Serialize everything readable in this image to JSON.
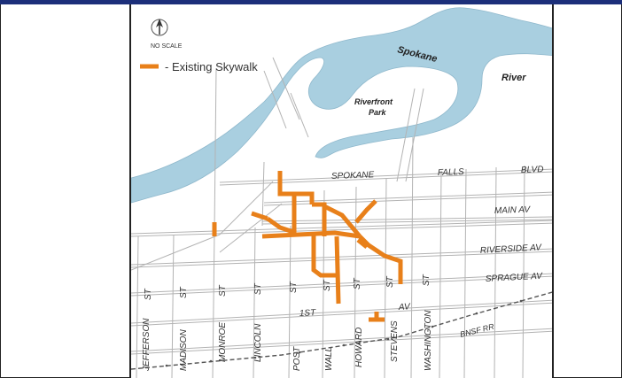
{
  "legend": {
    "north_label": "NO SCALE",
    "skywalk_label": "- Existing Skywalk",
    "skywalk_color": "#e8801a"
  },
  "colors": {
    "water": "#a9cfe0",
    "street_line": "#b3b3b3",
    "railroad": "#555555",
    "frame": "#222222",
    "top_bar": "#1c2f7a"
  },
  "water_labels": {
    "spokane": "Spokane",
    "river": "River"
  },
  "park_label": {
    "line1": "Riverfront",
    "line2": "Park"
  },
  "streets": {
    "spokane": "SPOKANE",
    "falls": "FALLS",
    "blvd": "BLVD",
    "main": "MAIN AV",
    "riverside": "RIVERSIDE AV",
    "sprague": "SPRAGUE AV",
    "first": "1ST",
    "first_av": "AV",
    "st": "ST",
    "jefferson": "JEFFERSON",
    "madison": "MADISON",
    "monroe": "MONROE",
    "lincoln": "LINCOLN",
    "post": "POST",
    "wall": "WALL",
    "howard": "HOWARD",
    "stevens": "STEVENS",
    "washington": "WASHINGTON",
    "bnsf": "BNSF RR"
  }
}
